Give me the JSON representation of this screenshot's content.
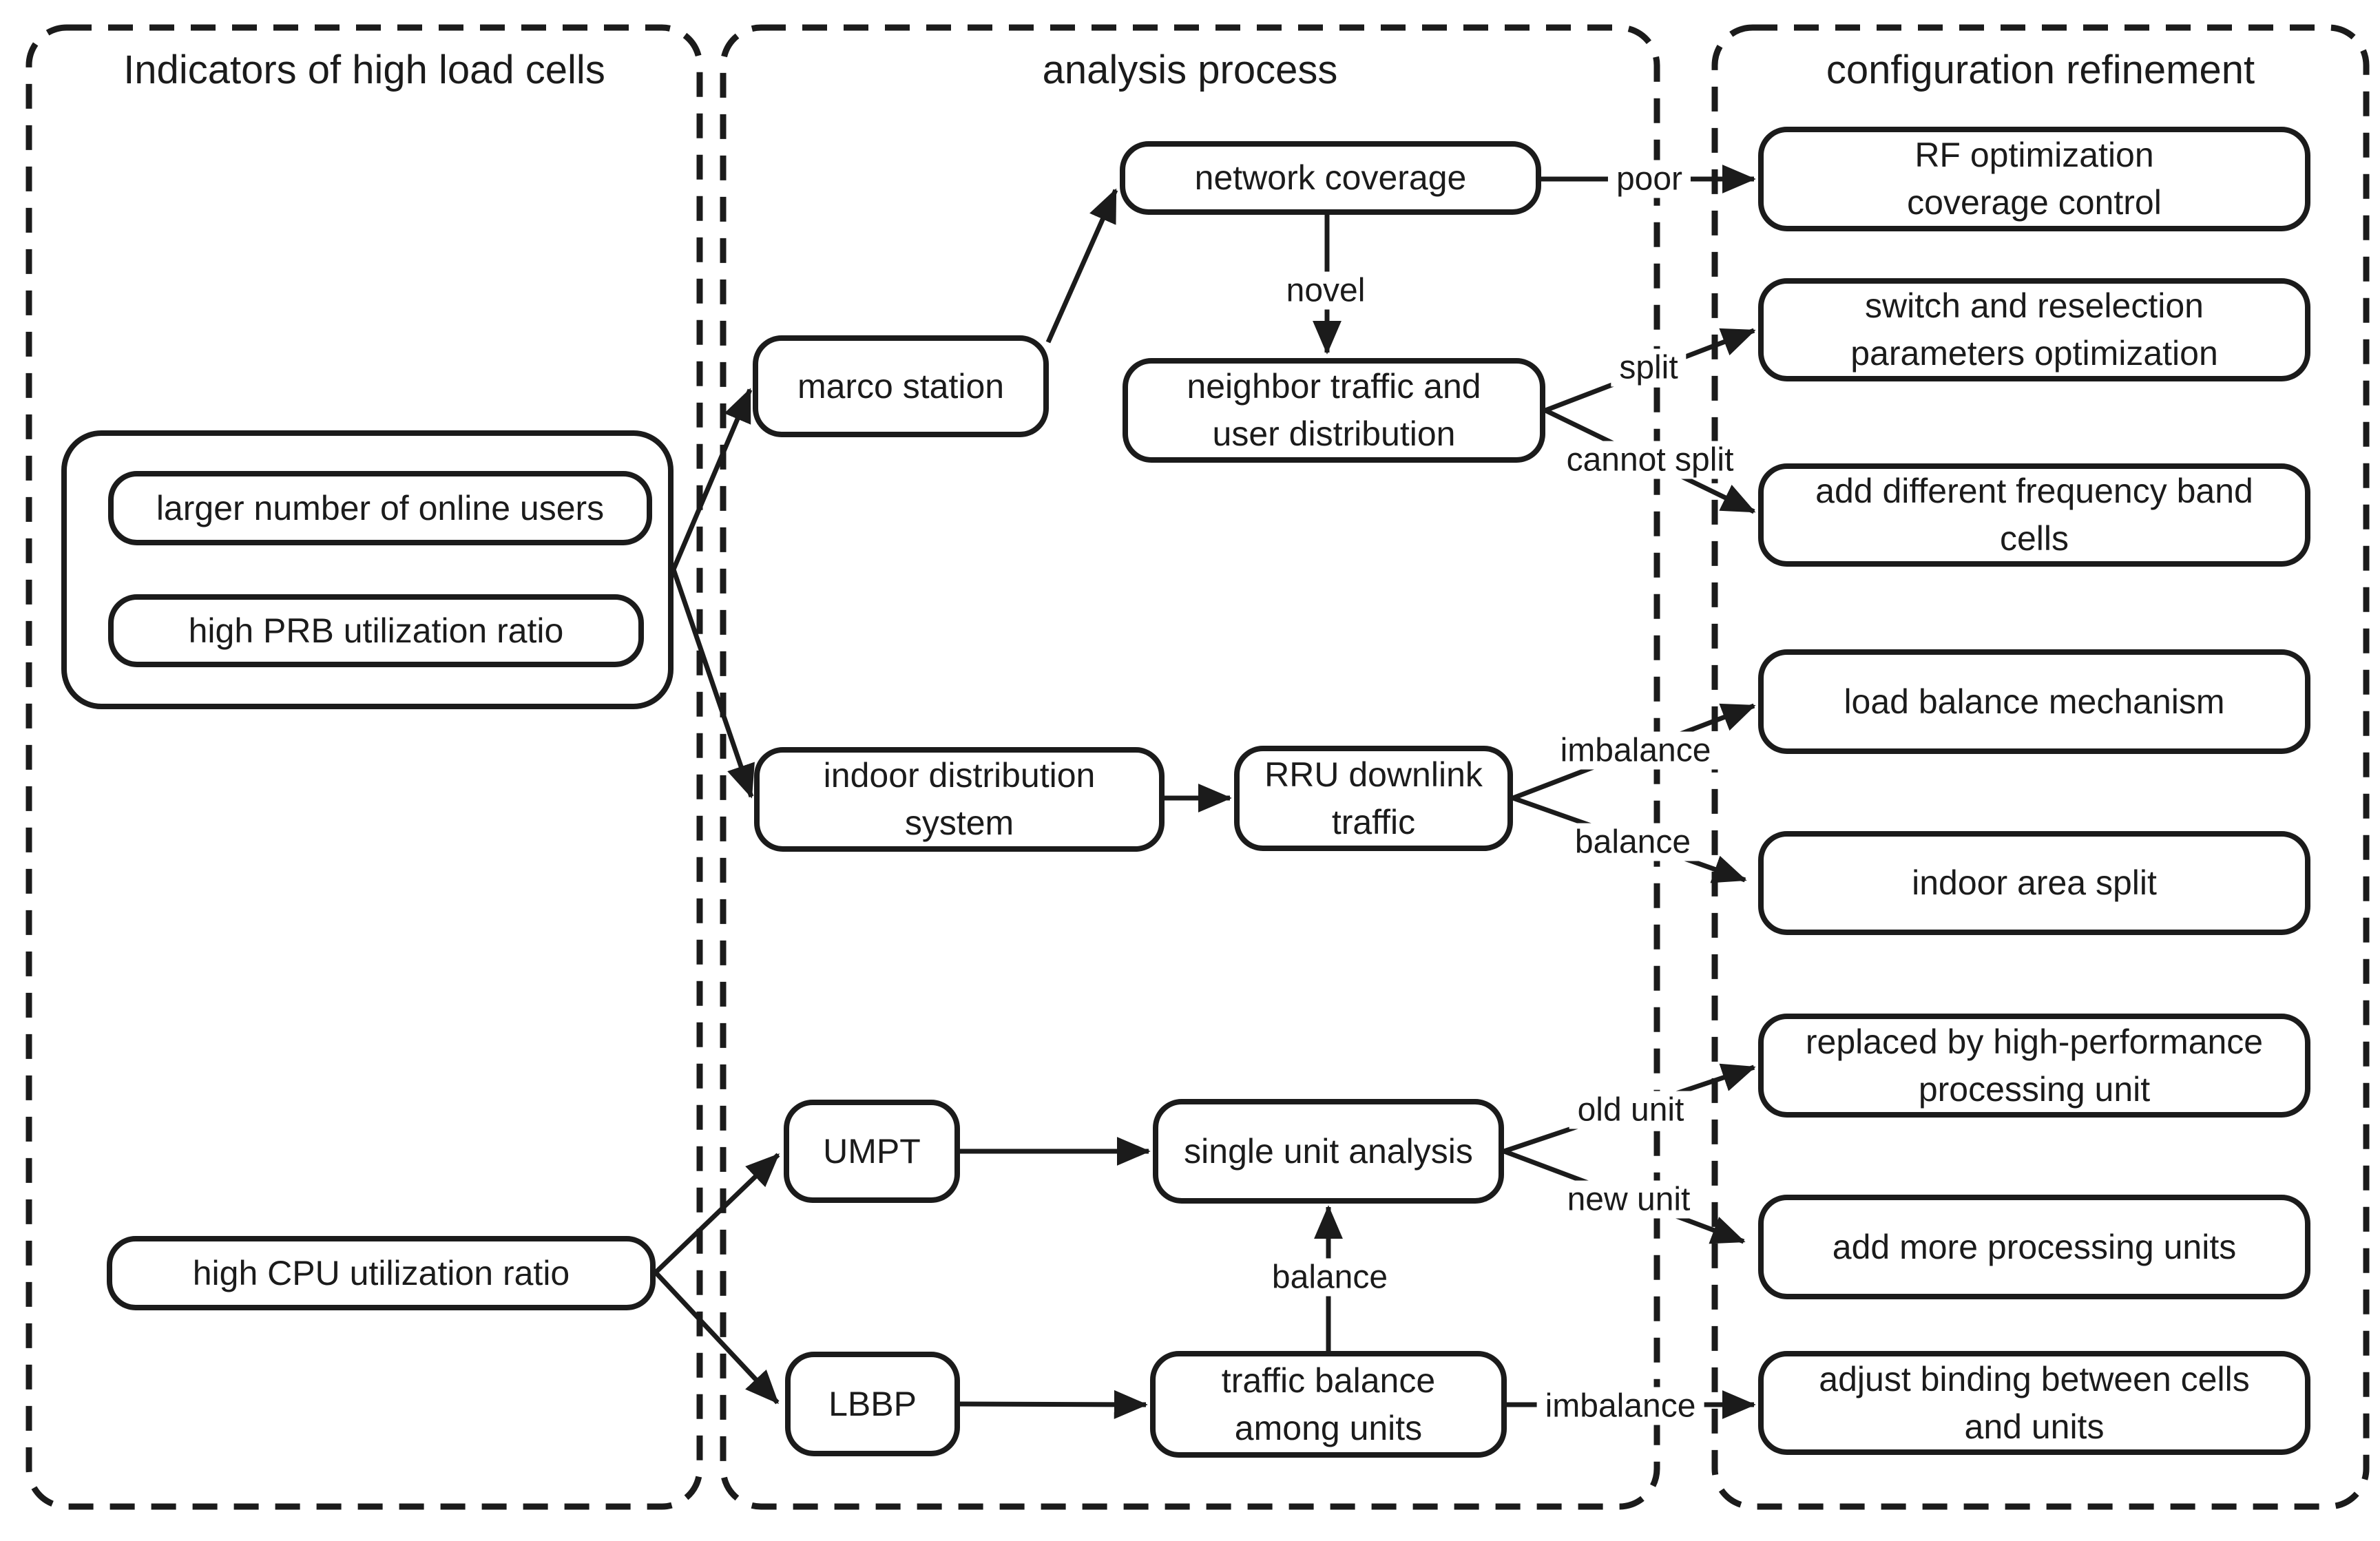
{
  "diagram": {
    "columns": [
      {
        "title": "Indicators of high load cells"
      },
      {
        "title": "analysis process"
      },
      {
        "title": "configuration refinement"
      }
    ]
  },
  "nodes": {
    "online_users": {
      "lines": [
        "larger number of online users"
      ]
    },
    "prb": {
      "lines": [
        "high PRB utilization ratio"
      ]
    },
    "cpu": {
      "lines": [
        "high CPU utilization ratio"
      ]
    },
    "marco": {
      "lines": [
        "marco station"
      ]
    },
    "network_coverage": {
      "lines": [
        "network coverage"
      ]
    },
    "neighbor": {
      "lines": [
        "neighbor traffic and",
        "user distribution"
      ]
    },
    "indoor_dist": {
      "lines": [
        "indoor distribution",
        "system"
      ]
    },
    "rru": {
      "lines": [
        "RRU downlink",
        "traffic"
      ]
    },
    "umpt": {
      "lines": [
        "UMPT"
      ]
    },
    "single_unit": {
      "lines": [
        "single unit analysis"
      ]
    },
    "lbbp": {
      "lines": [
        "LBBP"
      ]
    },
    "traffic_balance": {
      "lines": [
        "traffic balance",
        "among units"
      ]
    },
    "rf_opt": {
      "lines": [
        "RF optimization",
        "coverage control"
      ]
    },
    "switch_resel": {
      "lines": [
        "switch and reselection",
        "parameters optimization"
      ]
    },
    "add_freq": {
      "lines": [
        "add different frequency band",
        "cells"
      ]
    },
    "load_balance": {
      "lines": [
        "load balance mechanism"
      ]
    },
    "indoor_split": {
      "lines": [
        "indoor area split"
      ]
    },
    "replaced": {
      "lines": [
        "replaced by high-performance",
        "processing unit"
      ]
    },
    "add_units": {
      "lines": [
        "add more processing units"
      ]
    },
    "adjust_binding": {
      "lines": [
        "adjust binding between cells",
        "and units"
      ]
    }
  },
  "edge_labels": {
    "poor": "poor",
    "novel": "novel",
    "split": "split",
    "cannot_split": "cannot split",
    "rru_imbalance": "imbalance",
    "rru_balance": "balance",
    "old_unit": "old unit",
    "new_unit": "new unit",
    "unit_balance": "balance",
    "unit_imbalance": "imbalance"
  },
  "colors": {
    "ink": "#1b1b1b",
    "background": "#ffffff"
  }
}
